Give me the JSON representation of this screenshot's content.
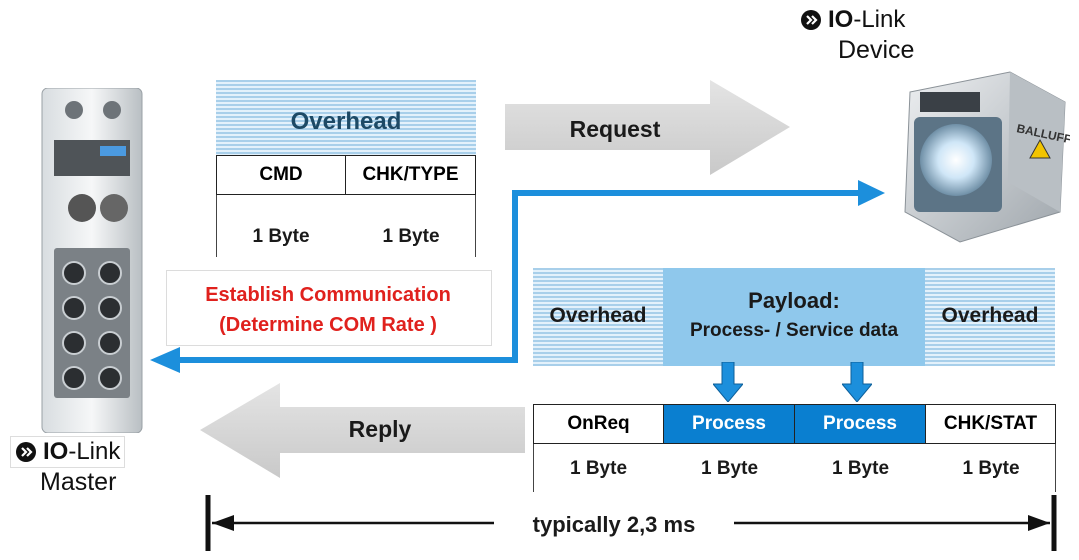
{
  "device": {
    "brand_bold": "IO",
    "brand_rest": "-Link",
    "role": "Device"
  },
  "master": {
    "brand_bold": "IO",
    "brand_rest": "-Link",
    "role": "Master"
  },
  "request_frame": {
    "overhead": "Overhead",
    "fields": [
      "CMD",
      "CHK/TYPE"
    ],
    "sizes": [
      "1 Byte",
      "1 Byte"
    ]
  },
  "request_arrow": "Request",
  "reply_arrow": "Reply",
  "establish": {
    "line1": "Establish Communication",
    "line2": "(Determine COM Rate )"
  },
  "reply_frame": {
    "overhead_left": "Overhead",
    "payload_title": "Payload:",
    "payload_sub": "Process- / Service data",
    "overhead_right": "Overhead",
    "fields": [
      "OnReq",
      "Process",
      "Process",
      "CHK/STAT"
    ],
    "sizes": [
      "1 Byte",
      "1 Byte",
      "1 Byte",
      "1 Byte"
    ]
  },
  "timing": "typically 2,3 ms",
  "colors": {
    "blue_arrow": "#1c8fdc",
    "process_fill": "#0a7fd0",
    "payload_fill": "#8fc8ec",
    "alert_red": "#e0211d"
  }
}
